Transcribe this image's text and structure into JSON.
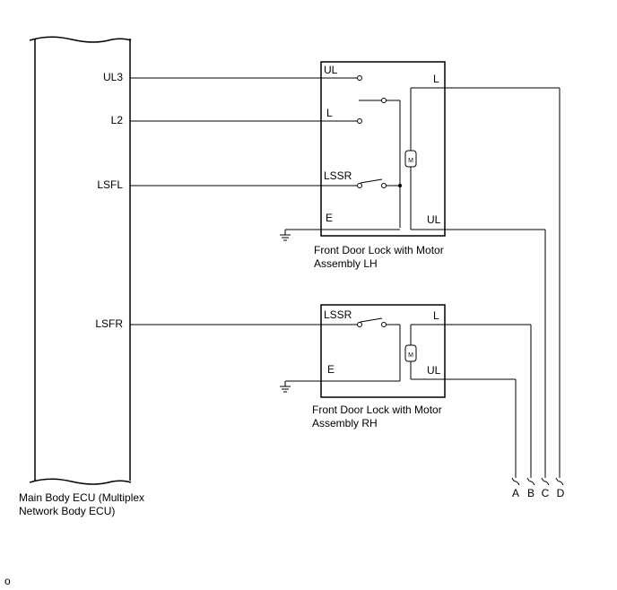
{
  "ecu": {
    "name_line1": "Main Body ECU (Multiplex",
    "name_line2": "Network Body ECU)",
    "pins": [
      "UL3",
      "L2",
      "LSFL",
      "LSFR"
    ]
  },
  "lh": {
    "caption_line1": "Front Door Lock with Motor",
    "caption_line2": "Assembly LH",
    "terms": {
      "ul": "UL",
      "l": "L",
      "lssr": "LSSR",
      "e": "E",
      "l_right": "L",
      "ul_right": "UL"
    },
    "motor": "M"
  },
  "rh": {
    "caption_line1": "Front Door Lock with Motor",
    "caption_line2": "Assembly RH",
    "terms": {
      "lssr": "LSSR",
      "e": "E",
      "l_right": "L",
      "ul_right": "UL"
    },
    "motor": "M"
  },
  "outputs": [
    "A",
    "B",
    "C",
    "D"
  ],
  "footer": "o"
}
